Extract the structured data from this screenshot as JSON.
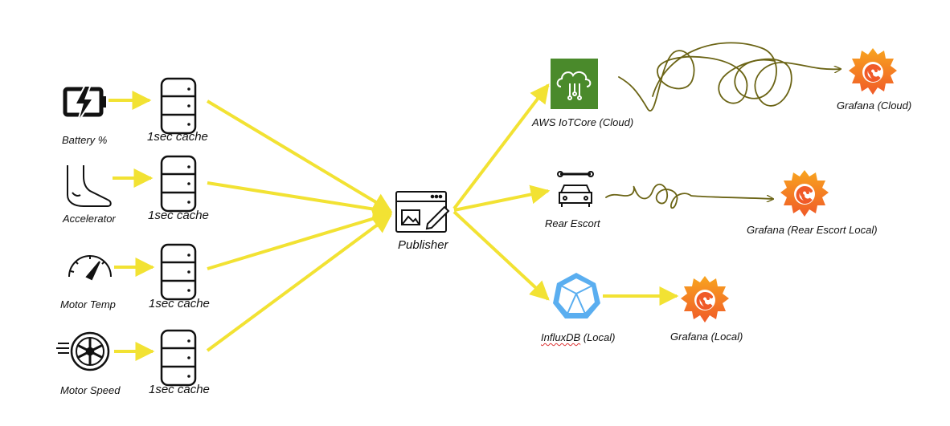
{
  "diagram": {
    "sources": [
      {
        "label": "Battery %",
        "icon": "battery-charging-icon"
      },
      {
        "label": "Accelerator",
        "icon": "foot-icon"
      },
      {
        "label": "Motor Temp",
        "icon": "gauge-icon"
      },
      {
        "label": "Motor Speed",
        "icon": "wheel-icon"
      }
    ],
    "cache_label": "1sec cache",
    "publisher": {
      "label": "Publisher",
      "icon": "publisher-window-icon"
    },
    "targets": {
      "aws": {
        "label": "AWS IoTCore (Cloud)",
        "icon": "aws-iot-core-icon",
        "color": "#4a8a2b"
      },
      "rear": {
        "label": "Rear Escort",
        "icon": "car-wrench-icon"
      },
      "influx": {
        "label_prefix": "InfluxDB",
        "label_suffix": " (Local)",
        "icon": "influxdb-icon",
        "color": "#5aaef0"
      }
    },
    "grafana": {
      "cloud": "Grafana (Cloud)",
      "rear": "Grafana (Rear Escort Local)",
      "local": "Grafana (Local)",
      "icon": "grafana-icon"
    },
    "colors": {
      "arrow": "#f2e233",
      "scribble": "#6b6415",
      "grafana": "#f46a1f"
    }
  }
}
